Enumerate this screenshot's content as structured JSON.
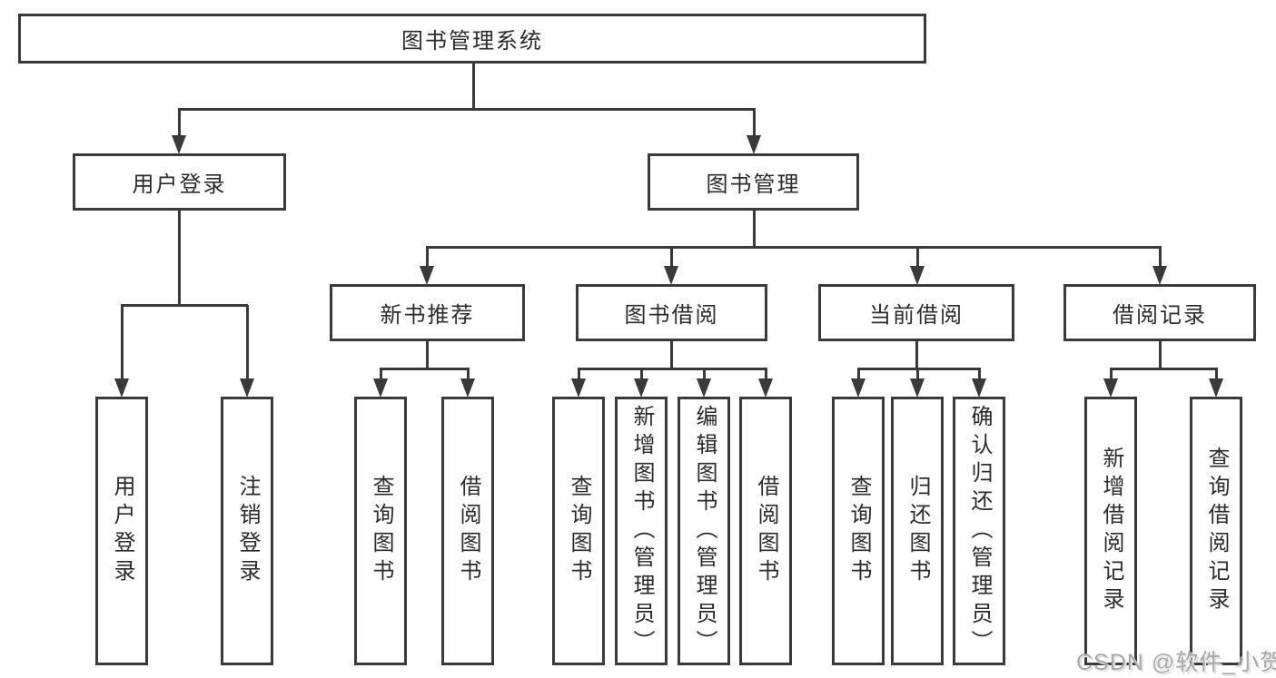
{
  "diagram_title": "图书管理系统",
  "colors": {
    "line": "#3a3a3c",
    "text": "#2b2b2c",
    "watermark": "#a9a9a9"
  },
  "watermark": {
    "text": "CSDN @软件_小贺同学"
  },
  "nodes": {
    "root": {
      "label": "图书管理系统"
    },
    "user_login": {
      "label": "用户登录"
    },
    "book_mgmt": {
      "label": "图书管理"
    },
    "new_book_rec": {
      "label": "新书推荐"
    },
    "book_borrow": {
      "label": "图书借阅"
    },
    "current_borrow": {
      "label": "当前借阅"
    },
    "borrow_records": {
      "label": "借阅记录"
    },
    "leaf_user_login": {
      "label": "用户登录"
    },
    "leaf_logout": {
      "label": "注销登录"
    },
    "leaf_nb_query": {
      "label": "查询图书"
    },
    "leaf_nb_borrow": {
      "label": "借阅图书"
    },
    "leaf_bb_query": {
      "label": "查询图书"
    },
    "leaf_bb_add": {
      "label": "新增图书（管理员）"
    },
    "leaf_bb_edit": {
      "label": "编辑图书（管理员）"
    },
    "leaf_bb_borrow": {
      "label": "借阅图书"
    },
    "leaf_cb_query": {
      "label": "查询图书"
    },
    "leaf_cb_return": {
      "label": "归还图书"
    },
    "leaf_cb_confirm": {
      "label": "确认归还（管理员）"
    },
    "leaf_br_add": {
      "label": "新增借阅记录"
    },
    "leaf_br_query": {
      "label": "查询借阅记录"
    }
  },
  "hierarchy": {
    "图书管理系统": {
      "用户登录": [
        "用户登录",
        "注销登录"
      ],
      "图书管理": {
        "新书推荐": [
          "查询图书",
          "借阅图书"
        ],
        "图书借阅": [
          "查询图书",
          "新增图书（管理员）",
          "编辑图书（管理员）",
          "借阅图书"
        ],
        "当前借阅": [
          "查询图书",
          "归还图书",
          "确认归还（管理员）"
        ],
        "借阅记录": [
          "新增借阅记录",
          "查询借阅记录"
        ]
      }
    }
  }
}
